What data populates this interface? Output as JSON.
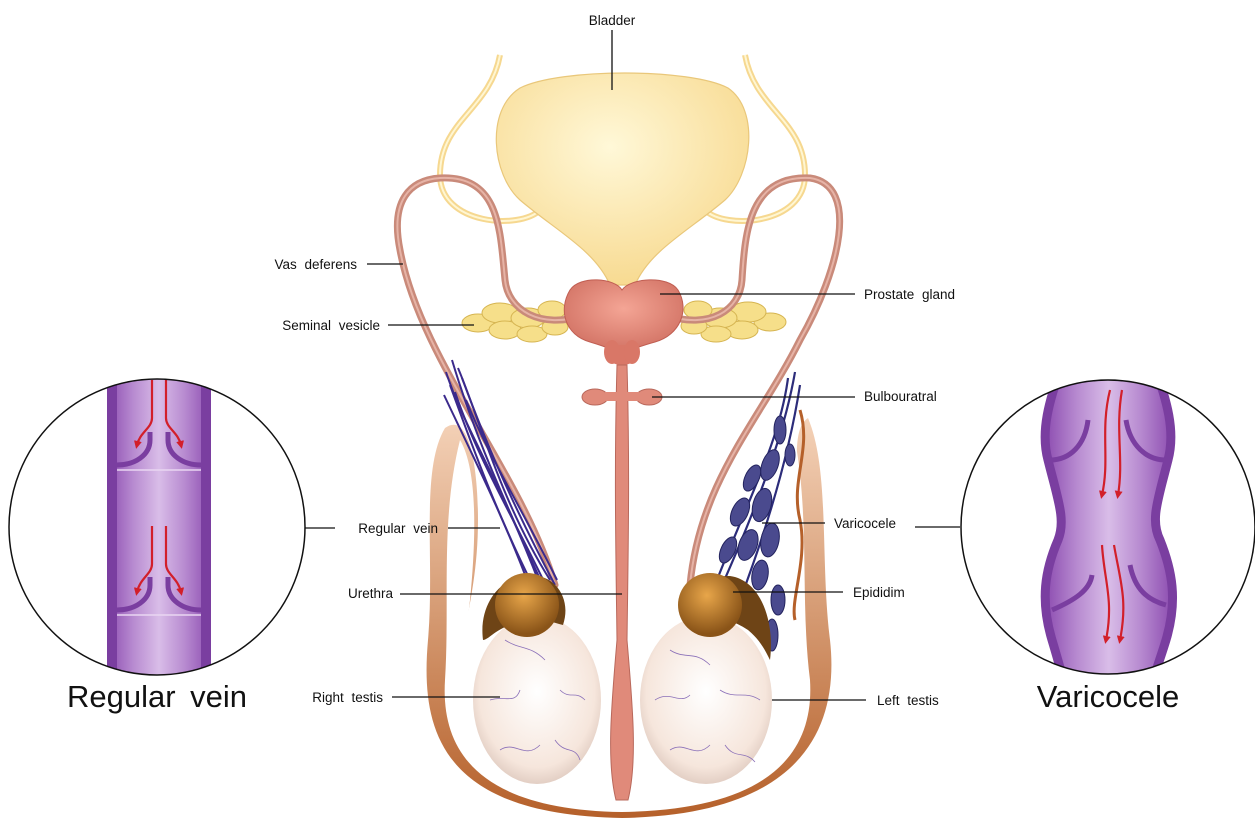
{
  "labels": {
    "bladder": "Bladder",
    "vas_deferens": "Vas deferens",
    "prostate_gland": "Prostate gland",
    "seminal_vesicle": "Seminal vesicle",
    "bulbouratral": "Bulbouratral",
    "regular_vein": "Regular vein",
    "varicocele": "Varicocele",
    "urethra": "Urethra",
    "epididim": "Epididim",
    "right_testis": "Right testis",
    "left_testis": "Left testis"
  },
  "insets": {
    "left_caption": "Regular vein",
    "right_caption": "Varicocele"
  },
  "colors": {
    "bladder": "#fbe5a6",
    "duct": "#c98a7a",
    "prostate": "#e48a7c",
    "seminal_vesicle": "#f3dd86",
    "vein": "#3b2a8c",
    "varicose_vein": "#3a3a7a",
    "epididymis": "#a86a26",
    "testis": "#f7ece6",
    "scrotum": "#c8703a",
    "vein_wall": "#9a5ab8",
    "vein_lumen": "#c9a3dc",
    "flow_arrow": "#d21f2a"
  }
}
